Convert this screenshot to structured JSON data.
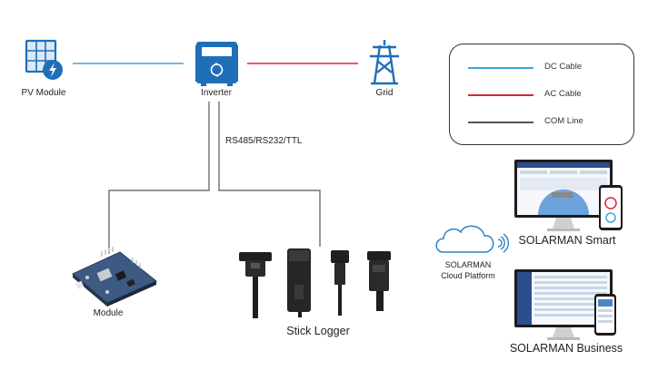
{
  "nodes": {
    "pv_module": "PV Module",
    "inverter": "Inverter",
    "grid": "Grid",
    "module": "Module",
    "stick_logger": "Stick Logger",
    "cloud_line1": "SOLARMAN",
    "cloud_line2": "Cloud Platform",
    "solarman_smart": "SOLARMAN Smart",
    "solarman_business": "SOLARMAN Business"
  },
  "connection_label": "RS485/RS232/TTL",
  "legend": {
    "items": [
      {
        "label": "DC Cable",
        "color": "#3aa6dd"
      },
      {
        "label": "AC Cable",
        "color": "#d9262b"
      },
      {
        "label": "COM Line",
        "color": "#555555"
      }
    ]
  },
  "colors": {
    "dc": "#3aa6dd",
    "ac": "#d9262b",
    "com": "#555555",
    "icon_blue": "#1f6fb8"
  }
}
